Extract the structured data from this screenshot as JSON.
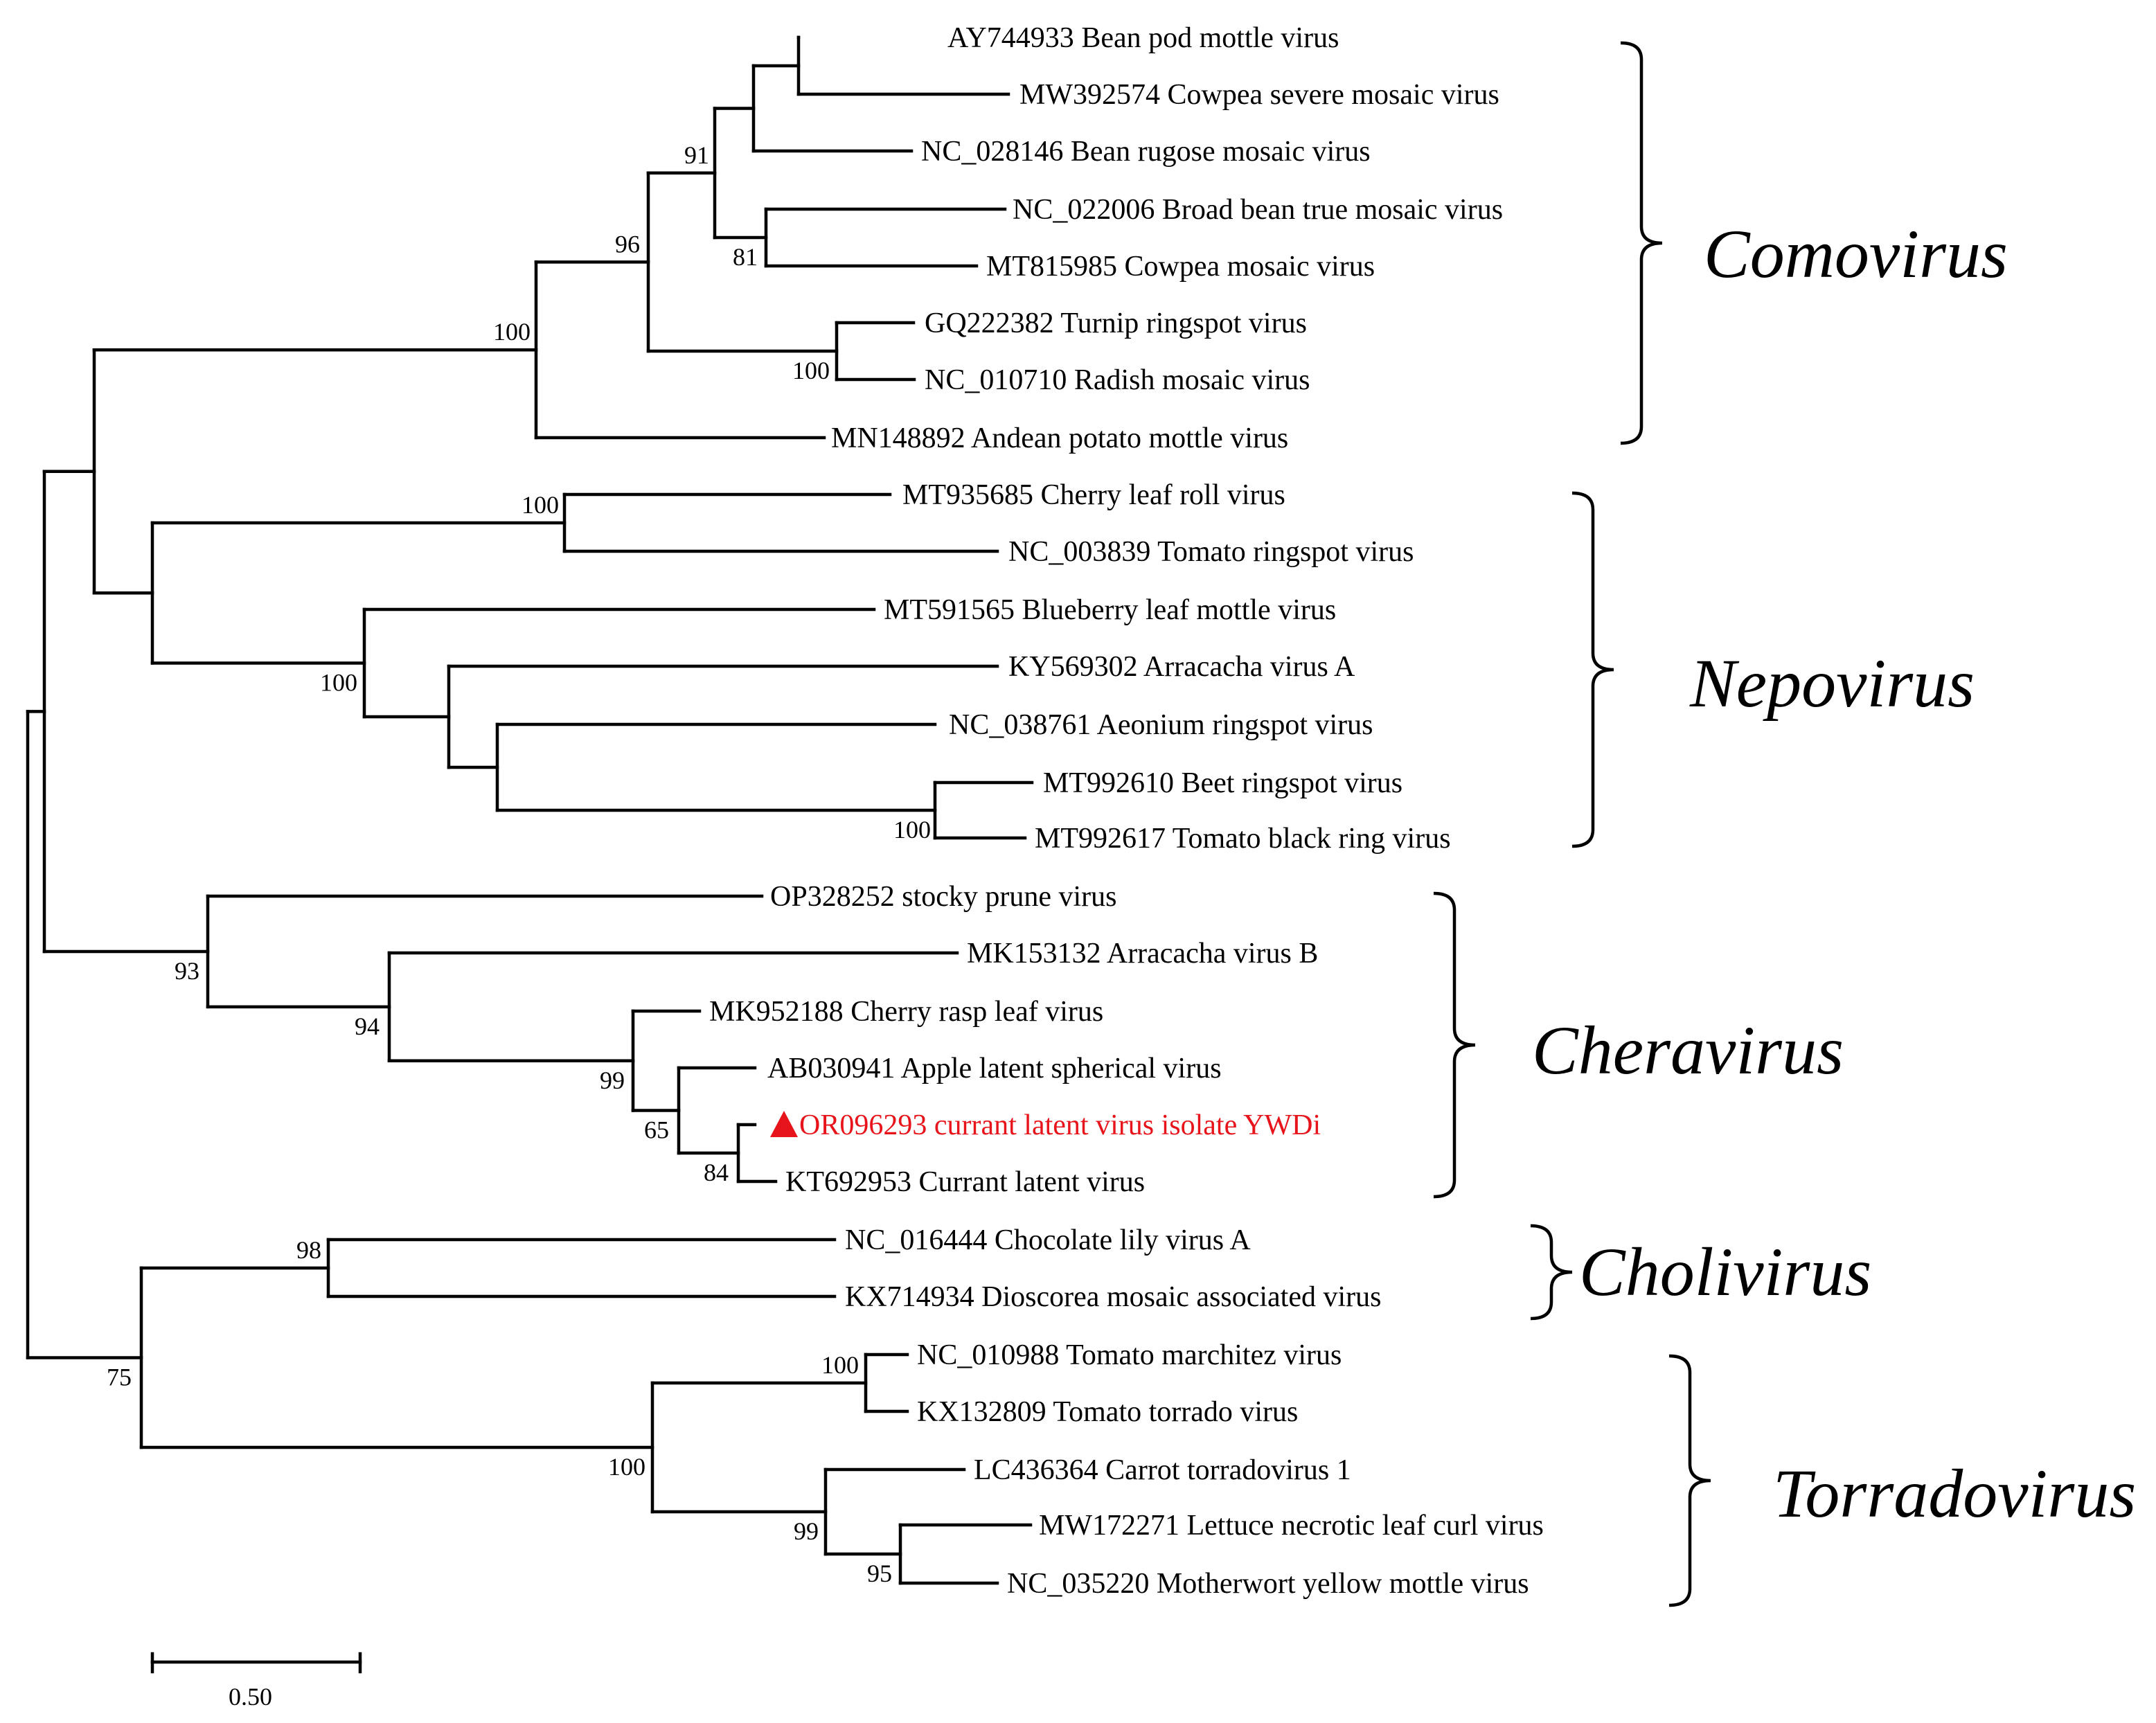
{
  "colors": {
    "line": "#000000",
    "highlight": "#e8141b"
  },
  "leaves": [
    {
      "id": "l1",
      "accession": "AY744933",
      "name": "Bean pod mottle virus"
    },
    {
      "id": "l2",
      "accession": "MW392574",
      "name": "Cowpea severe mosaic virus"
    },
    {
      "id": "l3",
      "accession": "NC_028146",
      "name": "Bean rugose mosaic virus"
    },
    {
      "id": "l4",
      "accession": "NC_022006",
      "name": "Broad bean true mosaic virus"
    },
    {
      "id": "l5",
      "accession": "MT815985",
      "name": "Cowpea mosaic virus"
    },
    {
      "id": "l6",
      "accession": "GQ222382",
      "name": "Turnip ringspot virus"
    },
    {
      "id": "l7",
      "accession": "NC_010710",
      "name": "Radish mosaic virus"
    },
    {
      "id": "l8",
      "accession": "MN148892",
      "name": "Andean potato mottle virus"
    },
    {
      "id": "l9",
      "accession": "MT935685",
      "name": "Cherry leaf roll virus"
    },
    {
      "id": "l10",
      "accession": "NC_003839",
      "name": "Tomato ringspot virus"
    },
    {
      "id": "l11",
      "accession": "MT591565",
      "name": "Blueberry leaf mottle virus"
    },
    {
      "id": "l12",
      "accession": "KY569302",
      "name": "Arracacha virus A"
    },
    {
      "id": "l13",
      "accession": "NC_038761",
      "name": "Aeonium ringspot virus"
    },
    {
      "id": "l14",
      "accession": "MT992610",
      "name": "Beet ringspot virus"
    },
    {
      "id": "l15",
      "accession": "MT992617",
      "name": "Tomato black ring virus"
    },
    {
      "id": "l16",
      "accession": "OP328252",
      "name": "stocky prune virus"
    },
    {
      "id": "l17",
      "accession": "MK153132",
      "name": "Arracacha virus B"
    },
    {
      "id": "l18",
      "accession": "MK952188",
      "name": "Cherry rasp leaf virus"
    },
    {
      "id": "l19",
      "accession": "AB030941",
      "name": "Apple latent spherical virus"
    },
    {
      "id": "l20",
      "accession": "OR096293",
      "name": "currant latent virus isolate YWDi",
      "highlight": true
    },
    {
      "id": "l21",
      "accession": "KT692953",
      "name": "Currant latent virus"
    },
    {
      "id": "l22",
      "accession": "NC_016444",
      "name": "Chocolate lily virus A"
    },
    {
      "id": "l23",
      "accession": "KX714934",
      "name": "Dioscorea mosaic associated virus"
    },
    {
      "id": "l24",
      "accession": "NC_010988",
      "name": "Tomato marchitez virus"
    },
    {
      "id": "l25",
      "accession": "KX132809",
      "name": "Tomato torrado virus"
    },
    {
      "id": "l26",
      "accession": "LC436364",
      "name": "Carrot torradovirus 1"
    },
    {
      "id": "l27",
      "accession": "MW172271",
      "name": "Lettuce necrotic leaf curl virus"
    },
    {
      "id": "l28",
      "accession": "NC_035220",
      "name": "Motherwort yellow mottle virus"
    }
  ],
  "support_values": {
    "n_comovirus": "100",
    "n_como_a": "96",
    "n_como_b": "91",
    "n_como_c": "81",
    "n_como_d": "100",
    "n_nepo_a": "100",
    "n_nepo_b": "100",
    "n_nepo_c": "100",
    "n_chera": "93",
    "n_chera_a": "94",
    "n_chera_b": "99",
    "n_chera_c": "65",
    "n_chera_d": "84",
    "n_choli_torra": "75",
    "n_choli": "98",
    "n_torra": "100",
    "n_torra_a": "100",
    "n_torra_b": "99",
    "n_torra_c": "95"
  },
  "clades": [
    {
      "id": "comovirus",
      "name": "Comovirus"
    },
    {
      "id": "nepovirus",
      "name": "Nepovirus"
    },
    {
      "id": "cheravirus",
      "name": "Cheravirus"
    },
    {
      "id": "cholivirus",
      "name": "Cholivirus"
    },
    {
      "id": "torradovirus",
      "name": "Torradovirus"
    }
  ],
  "scale_bar": {
    "label": "0.50"
  }
}
